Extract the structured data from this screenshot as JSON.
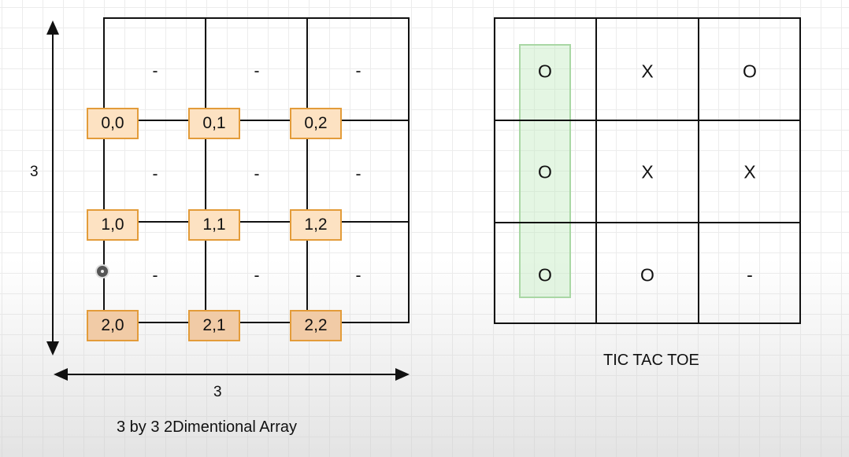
{
  "array_diagram": {
    "cell_values": [
      "-",
      "-",
      "-",
      "-",
      "-",
      "-",
      "-",
      "-",
      "-"
    ],
    "indices": [
      "0,0",
      "0,1",
      "0,2",
      "1,0",
      "1,1",
      "1,2",
      "2,0",
      "2,1",
      "2,2"
    ],
    "rows_label": "3",
    "cols_label": "3",
    "caption": "3 by 3 2Dimentional Array",
    "index_box_color": "#fde2c2",
    "index_border_color": "#e39c3a"
  },
  "tic_tac_toe": {
    "board": [
      "O",
      "X",
      "O",
      "O",
      "X",
      "X",
      "O",
      "O",
      "-"
    ],
    "title": "TIC TAC TOE",
    "highlight_color": "#c4eac0"
  }
}
